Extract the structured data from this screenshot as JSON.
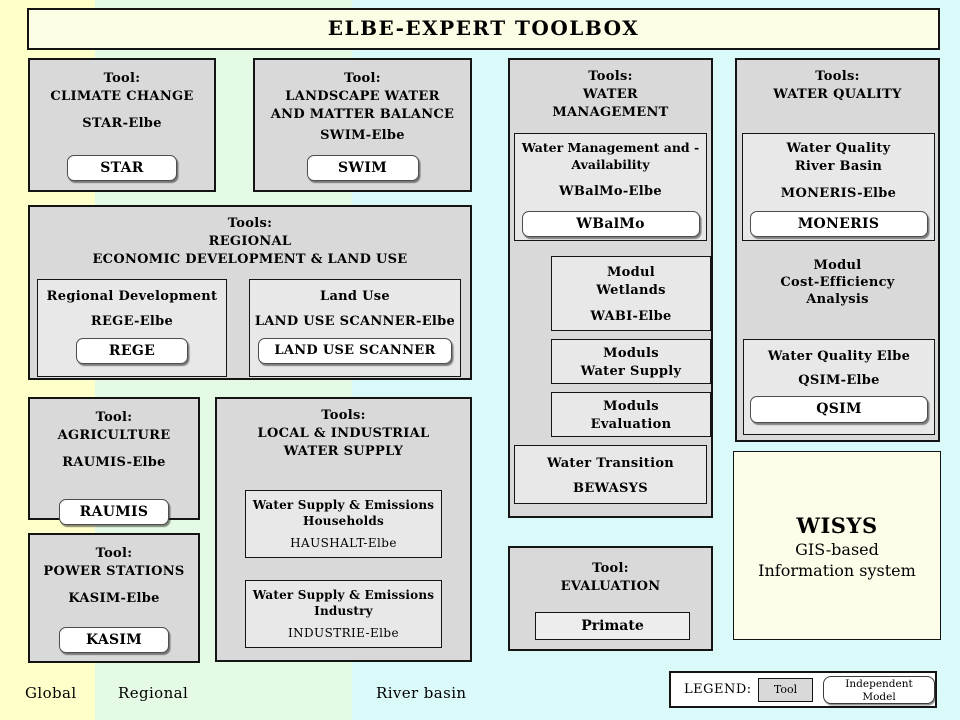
{
  "title": "ELBE-EXPERT TOOLBOX",
  "colors": {
    "band_global": "#FFFFC9",
    "band_regional": "#E4FAE4",
    "band_river_basin": "#DAFAFA",
    "panel_ivory": "#FDFDE6",
    "box_gray": "#D9D9D9",
    "subbox_gray": "#E8E8E8",
    "button_white": "#FFFFFF",
    "border_black": "#141414"
  },
  "bands": {
    "global": "Global",
    "regional": "Regional",
    "river_basin": "River basin"
  },
  "climate": {
    "h": [
      "Tool:",
      "CLIMATE CHANGE"
    ],
    "model": "STAR-Elbe",
    "button": "STAR"
  },
  "landscape": {
    "h": [
      "Tool:",
      "LANDSCAPE WATER",
      "AND MATTER BALANCE"
    ],
    "model": "SWIM-Elbe",
    "button": "SWIM"
  },
  "regional": {
    "h": [
      "Tools:",
      "REGIONAL",
      "ECONOMIC DEVELOPMENT & LAND USE"
    ],
    "regdev": {
      "h": [
        "Regional Development"
      ],
      "model": "REGE-Elbe",
      "button": "REGE"
    },
    "landuse": {
      "h": [
        "Land Use"
      ],
      "model": "LAND USE SCANNER-Elbe",
      "button": "LAND USE SCANNER"
    }
  },
  "agriculture": {
    "h": [
      "Tool:",
      "AGRICULTURE"
    ],
    "model": "RAUMIS-Elbe",
    "button": "RAUMIS"
  },
  "power": {
    "h": [
      "Tool:",
      "POWER STATIONS"
    ],
    "model": "KASIM-Elbe",
    "button": "KASIM"
  },
  "local": {
    "h": [
      "Tools:",
      "LOCAL & INDUSTRIAL",
      "WATER SUPPLY"
    ],
    "households": {
      "h": [
        "Water Supply & Emissions",
        "Households"
      ],
      "model": "HAUSHALT-Elbe"
    },
    "industry": {
      "h": [
        "Water Supply & Emissions",
        "Industry"
      ],
      "model": "INDUSTRIE-Elbe"
    }
  },
  "watermgmt": {
    "h": [
      "Tools:",
      "WATER",
      "MANAGEMENT"
    ],
    "wbalmo": {
      "h": [
        "Water Management and -",
        "Availability"
      ],
      "model": "WBalMo-Elbe",
      "button": "WBalMo"
    },
    "wetlands": {
      "h": [
        "Modul",
        "Wetlands"
      ],
      "model": "WABI-Elbe"
    },
    "watersupply": {
      "h": [
        "Moduls",
        "Water Supply"
      ]
    },
    "evaluation": {
      "h": [
        "Moduls",
        "Evaluation"
      ]
    },
    "transition": {
      "h": [
        "Water Transition"
      ],
      "model": "BEWASYS"
    }
  },
  "evaluation": {
    "h": [
      "Tool:",
      "EVALUATION"
    ],
    "button": "Primate"
  },
  "waterquality": {
    "h": [
      "Tools:",
      "WATER QUALITY"
    ],
    "moneris": {
      "h": [
        "Water Quality",
        "River Basin"
      ],
      "model": "MONERIS-Elbe",
      "button": "MONERIS"
    },
    "costeff": {
      "h": [
        "Modul",
        "Cost-Efficiency",
        "Analysis"
      ]
    },
    "qsim": {
      "h": [
        "Water Quality Elbe"
      ],
      "model": "QSIM-Elbe",
      "button": "QSIM"
    }
  },
  "wisys": {
    "name": "WISYS",
    "lines": [
      "GIS-based",
      "Information system"
    ]
  },
  "legend": {
    "label": "LEGEND:",
    "tool": "Tool",
    "independent": [
      "Independent",
      "Model"
    ]
  }
}
